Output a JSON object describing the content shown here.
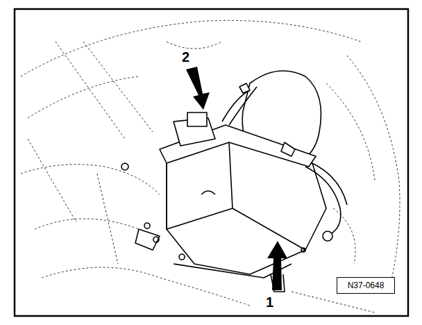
{
  "diagram": {
    "nodes": [
      {
        "text": [
          "N37-0648"
        ]
      }
    ],
    "labels": [
      "2",
      "1"
    ]
  }
}
